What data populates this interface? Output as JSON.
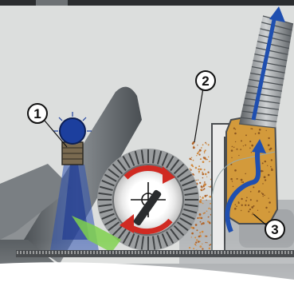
{
  "callouts": [
    {
      "label": "1",
      "part": "optical-sensor"
    },
    {
      "label": "2",
      "part": "dust-particles"
    },
    {
      "label": "3",
      "part": "extraction-chamber"
    }
  ],
  "colors": {
    "background": "#dcdedd",
    "housing": "#a9acae",
    "pipe": "#6f7478",
    "dust": "#d39a3b",
    "airflow": "#1f4fb0",
    "sensor_cap": "#1c3f9e",
    "rotation_arrows": "#d02a22",
    "laser_beam": "#2a4fae",
    "reflection": "#7fd14d"
  }
}
